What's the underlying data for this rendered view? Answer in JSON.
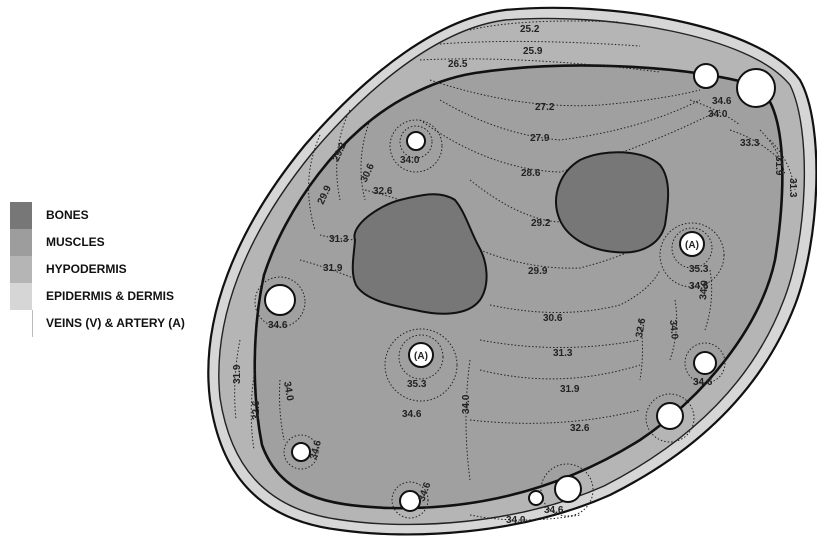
{
  "legend": [
    {
      "label": "BONES",
      "color": "#777777"
    },
    {
      "label": "MUSCLES",
      "color": "#9d9d9d"
    },
    {
      "label": "HYPODERMIS",
      "color": "#b5b5b5"
    },
    {
      "label": "EPIDERMIS & DERMIS",
      "color": "#d6d6d6"
    },
    {
      "label": "VEINS (V) & ARTERY (A)",
      "color": "#ffffff"
    }
  ],
  "vessel_labels": {
    "artery_right": "(A)",
    "artery_left": "(A)"
  },
  "isotherms": {
    "t252": "25.2",
    "t259": "25.9",
    "t265": "26.5",
    "t272": "27.2",
    "t279": "27.9",
    "t286": "28.6",
    "t292": "29.2",
    "t292b": "29.2",
    "t299": "29.9",
    "t299b": "29.9",
    "t306": "30.6",
    "t306b": "30.6",
    "t313": "31.3",
    "t313b": "31.3",
    "t313c": "31.3",
    "t319": "31.9",
    "t319b": "31.9",
    "t319c": "31.9",
    "t319d": "31.9",
    "t326": "32.6",
    "t326b": "32.6",
    "t326c": "32.6",
    "t326d": "32.6",
    "t333": "33.3",
    "t340a": "34.0",
    "t340b": "34.0",
    "t340c": "34.0",
    "t340d": "34.0",
    "t340e": "34.0",
    "t340f": "34.0",
    "t340g": "34.0",
    "t346a": "34.6",
    "t346b": "34.6",
    "t346c": "34.6",
    "t346d": "34.6",
    "t346e": "34.6",
    "t346f": "34.6",
    "t346g": "34.6",
    "t346h": "34.6",
    "t353a": "35.3",
    "t353b": "35.3"
  }
}
